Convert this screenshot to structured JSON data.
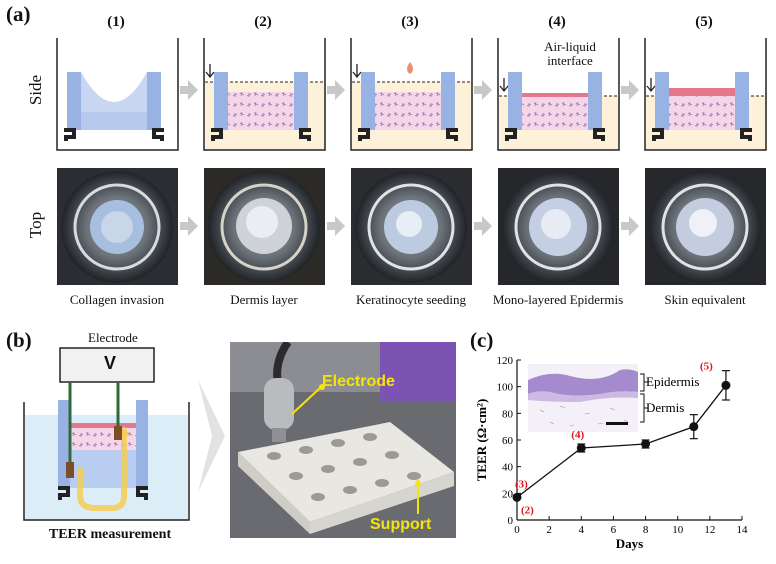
{
  "panel_a": {
    "label": "(a)",
    "steps": [
      "(1)",
      "(2)",
      "(3)",
      "(4)",
      "(5)"
    ],
    "row_labels": {
      "side": "Side",
      "top": "Top"
    },
    "annotation": "Air-liquid interface",
    "captions": [
      "Collagen invasion",
      "Dermis layer",
      "Keratinocyte seeding",
      "Mono-layered Epidermis",
      "Skin equivalent"
    ]
  },
  "panel_b": {
    "label": "(b)",
    "electrode_label": "Electrode",
    "meter_symbol": "V",
    "caption": "TEER measurement",
    "photo_labels": {
      "electrode": "Electrode",
      "support": "Support"
    },
    "colors": {
      "photo_label": "#f5e500"
    }
  },
  "panel_c": {
    "label": "(c)",
    "inset_labels": {
      "epidermis": "Epidermis",
      "dermis": "Dermis"
    }
  },
  "chart_data": {
    "type": "line",
    "xlabel": "Days",
    "ylabel": "TEER (Ω·cm²)",
    "xlim": [
      0,
      14
    ],
    "ylim": [
      0,
      120
    ],
    "xticks": [
      0,
      2,
      4,
      6,
      8,
      10,
      12,
      14
    ],
    "yticks": [
      0,
      20,
      40,
      60,
      80,
      100,
      120
    ],
    "series": [
      {
        "x": [
          0,
          4,
          8,
          11,
          13
        ],
        "y": [
          17,
          54,
          57,
          70,
          101
        ],
        "err": [
          0,
          3,
          3,
          9,
          11
        ]
      }
    ],
    "point_labels": [
      {
        "text": "(2)",
        "x": 0,
        "y": 17
      },
      {
        "text": "(3)",
        "x": 0,
        "y": 17
      },
      {
        "text": "(4)",
        "x": 4,
        "y": 54
      },
      {
        "text": "(5)",
        "x": 13,
        "y": 101
      }
    ],
    "label_color": "#e0141e"
  }
}
